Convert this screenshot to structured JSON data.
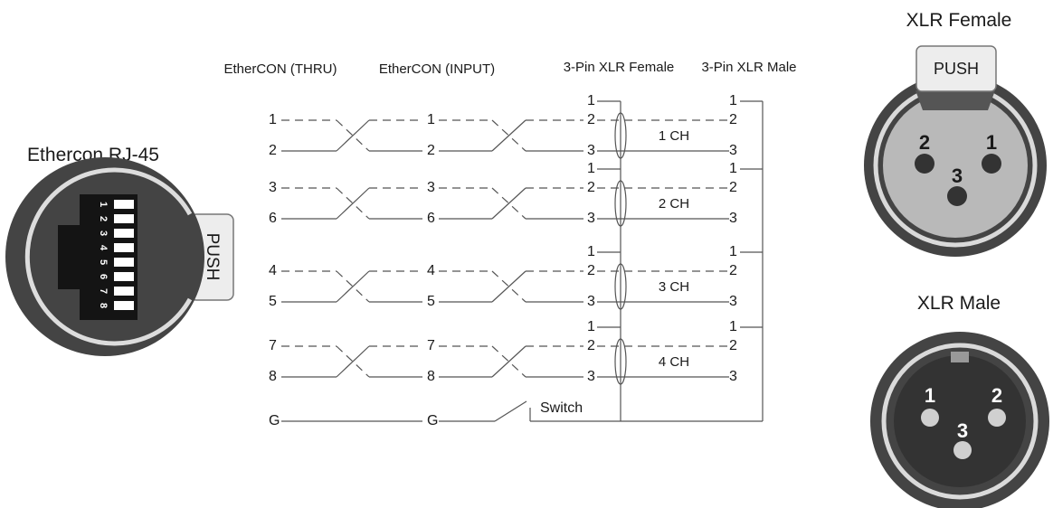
{
  "titles": {
    "ethercon": "Ethercon RJ-45",
    "xlr_female": "XLR Female",
    "xlr_male": "XLR Male"
  },
  "headers": [
    "EtherCON (THRU)",
    "EtherCON (INPUT)",
    "3-Pin XLR Female",
    "3-Pin XLR Male"
  ],
  "channels": [
    {
      "label": "1 CH",
      "pins": [
        "1",
        "2"
      ]
    },
    {
      "label": "2 CH",
      "pins": [
        "3",
        "6"
      ]
    },
    {
      "label": "3 CH",
      "pins": [
        "4",
        "5"
      ]
    },
    {
      "label": "4 CH",
      "pins": [
        "7",
        "8"
      ]
    }
  ],
  "xlr_pins": [
    "1",
    "2",
    "3"
  ],
  "ground": {
    "label": "G",
    "switch": "Switch"
  },
  "rj45": {
    "push": "PUSH",
    "pin_numbers": [
      "1",
      "2",
      "3",
      "4",
      "5",
      "6",
      "7",
      "8"
    ]
  },
  "xlr_female": {
    "push": "PUSH",
    "pins": [
      "2",
      "1",
      "3"
    ]
  },
  "xlr_male": {
    "pins": [
      "1",
      "2",
      "3"
    ]
  }
}
